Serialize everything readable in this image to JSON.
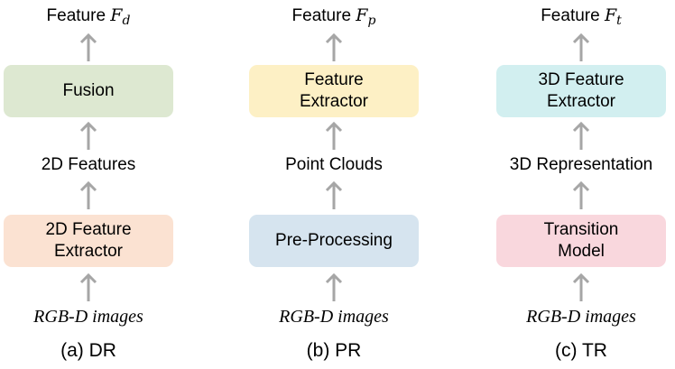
{
  "colors": {
    "arrow": "#a6a6a6",
    "fusion": "#dde8d1",
    "feature_extractor_2d": "#fbe2d2",
    "feature_extractor_pr": "#fdf0c5",
    "pre_processing": "#d6e4ef",
    "feature_extractor_3d": "#d2eff0",
    "transition_model": "#f9d7dd"
  },
  "dr": {
    "feature_word": "Feature",
    "feature_symbol": "F",
    "feature_subscript": "d",
    "top_box": "Fusion",
    "middle": "2D Features",
    "bottom_box": "2D Feature\nExtractor",
    "input": "RGB-D images",
    "caption": "(a) DR"
  },
  "pr": {
    "feature_word": "Feature",
    "feature_symbol": "F",
    "feature_subscript": "p",
    "top_box": "Feature\nExtractor",
    "middle": "Point Clouds",
    "bottom_box": "Pre-Processing",
    "input": "RGB-D images",
    "caption": "(b) PR"
  },
  "tr": {
    "feature_word": "Feature",
    "feature_symbol": "F",
    "feature_subscript": "t",
    "top_box": "3D Feature\nExtractor",
    "middle": "3D Representation",
    "bottom_box": "Transition\nModel",
    "input": "RGB-D images",
    "caption": "(c) TR"
  }
}
